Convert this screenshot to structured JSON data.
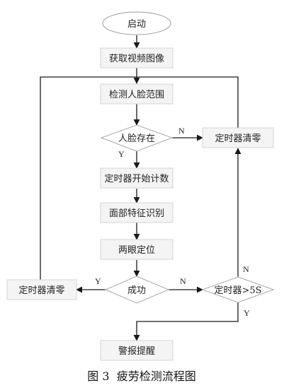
{
  "diagram": {
    "nodes": {
      "start": "启动",
      "acquire_video": "获取视频图像",
      "detect_face_region": "检测人脸范围",
      "face_exists": "人脸存在",
      "timer_reset_right": "定时器清零",
      "timer_start": "定时器开始计数",
      "facial_feature_recognition": "面部特征识别",
      "eye_location": "两眼定位",
      "success": "成功",
      "timer_reset_left": "定时器清零",
      "timer_check": "定时器>5S",
      "alarm": "警报提醒"
    },
    "edge_labels": {
      "face_no": "N",
      "face_yes": "Y",
      "success_yes": "Y",
      "success_no": "N",
      "timer_no": "N",
      "timer_yes": "Y"
    },
    "caption": "图 3  疲劳检测流程图"
  }
}
